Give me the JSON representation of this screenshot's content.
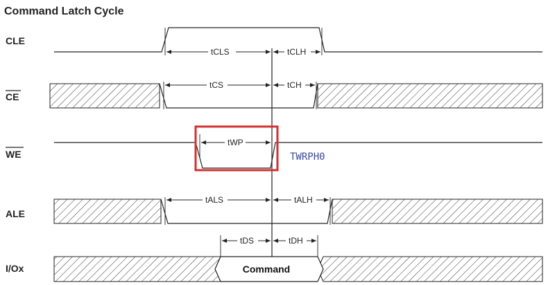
{
  "title": "Command Latch Cycle",
  "signals": {
    "cle": "CLE",
    "ce": "CE",
    "we": "WE",
    "ale": "ALE",
    "io": "I/Ox"
  },
  "timings": {
    "tcls": "tCLS",
    "tclh": "tCLH",
    "tcs": "tCS",
    "tch": "tCH",
    "twp": "tWP",
    "tals": "tALS",
    "talh": "tALH",
    "tds": "tDS",
    "tdh": "tDH"
  },
  "io_value": "Command",
  "annotation": "TWRPH0",
  "colors": {
    "highlight": "#d32f2f",
    "annotation": "#3b4b9a",
    "line": "#222222"
  }
}
